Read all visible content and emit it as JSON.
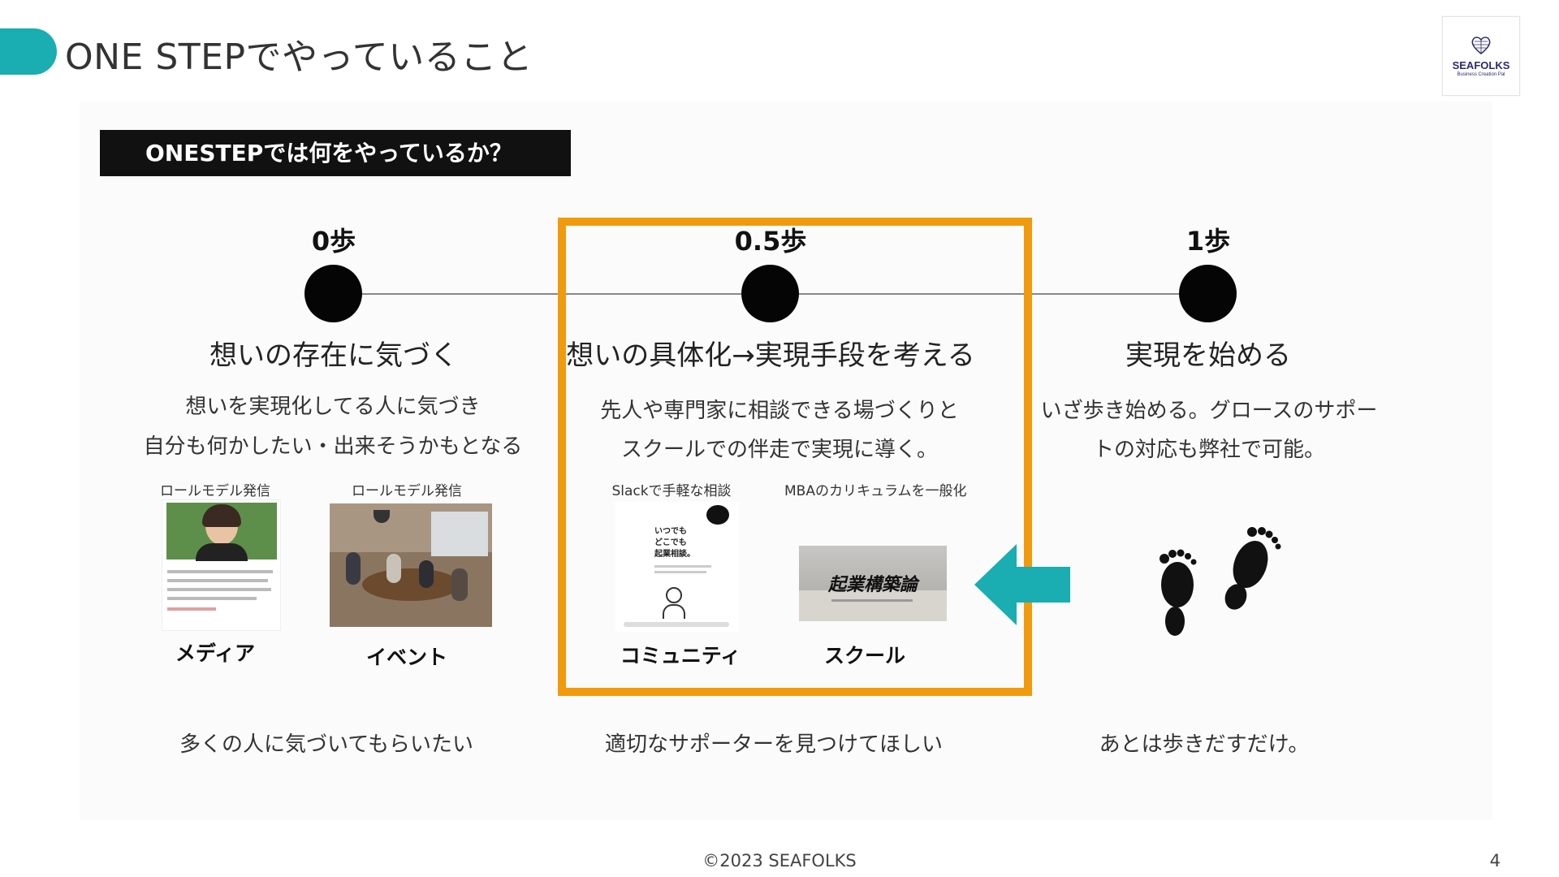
{
  "header": {
    "title": "ONE STEPでやっていること",
    "logo_text": "SEAFOLKS",
    "logo_subtext": "Business Creation Pal",
    "accent_color": "#1aadb1"
  },
  "question_label": "ONESTEPでは何をやっているか？",
  "highlight_color": "#f29a0e",
  "stages": [
    {
      "step": "0歩",
      "title": "想いの存在に気づく",
      "desc_line1": "想いを実現化してる人に気づき",
      "desc_line2": "自分も何かしたい・出来そうかもとなる",
      "footer": "多くの人に気づいてもらいたい",
      "items": [
        {
          "caption": "ロールモデル発信",
          "label": "メディア",
          "icon": "profile-card-image"
        },
        {
          "caption": "ロールモデル発信",
          "label": "イベント",
          "icon": "event-photo"
        }
      ]
    },
    {
      "step": "0.5歩",
      "title": "想いの具体化→実現手段を考える",
      "desc_line1": "先人や専門家に相談できる場づくりと",
      "desc_line2": "スクールでの伴走で実現に導く。",
      "footer": "適切なサポーターを見つけてほしい",
      "items": [
        {
          "caption": "Slackで手軽な相談",
          "label": "コミュニティ",
          "icon": "consultation-flyer",
          "flyer_lines": [
            "いつでも",
            "どこでも",
            "起業相談。"
          ]
        },
        {
          "caption": "MBAのカリキュラムを一般化",
          "label": "スクール",
          "icon": "school-banner",
          "banner_text": "起業構築論"
        }
      ]
    },
    {
      "step": "1歩",
      "title": "実現を始める",
      "desc_line1": "いざ歩き始める。グロースのサポー",
      "desc_line2": "トの対応も弊社で可能。",
      "footer": "あとは歩きだすだけ。",
      "icon": "footprints-icon"
    }
  ],
  "arrow": {
    "icon": "left-arrow-icon",
    "color": "#1aadb1"
  },
  "footer": {
    "copyright": "©2023 SEAFOLKS",
    "page_number": "4"
  }
}
